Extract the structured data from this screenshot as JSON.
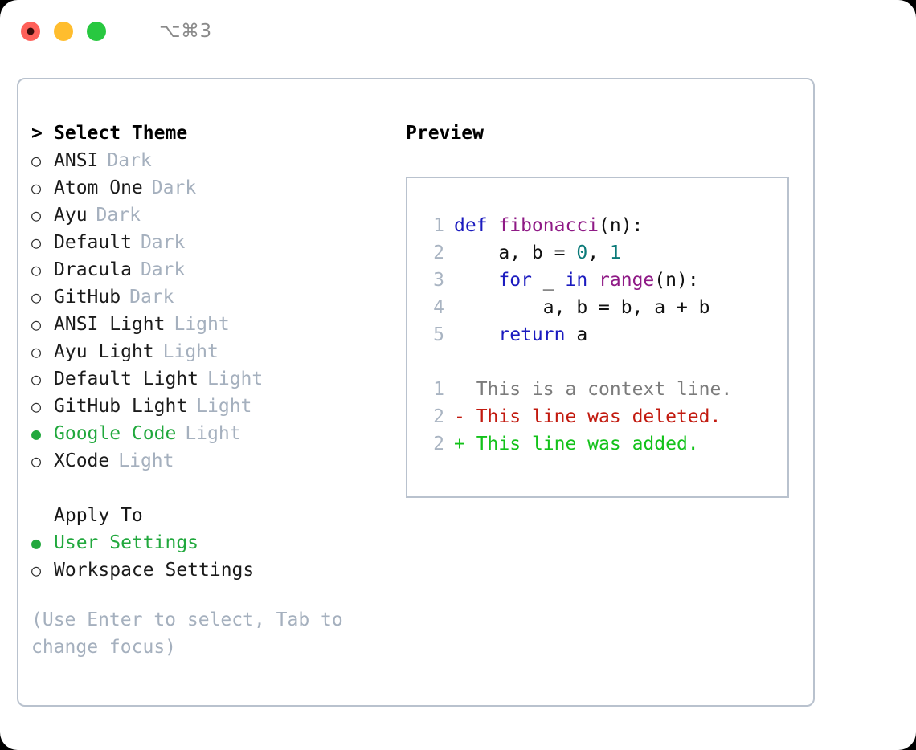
{
  "window": {
    "title": "⌥⌘3",
    "traffic_lights": [
      "close-red",
      "minimize-yellow",
      "maximize-green"
    ]
  },
  "theme_picker": {
    "header": "Select Theme",
    "prompt": ">",
    "bullet_selected": "●",
    "bullet_unselected": "○",
    "accent_color": "#21a83d",
    "variant_color": "#a5b0be",
    "items": [
      {
        "name": "ANSI",
        "variant": "Dark",
        "selected": false
      },
      {
        "name": "Atom One",
        "variant": "Dark",
        "selected": false
      },
      {
        "name": "Ayu",
        "variant": "Dark",
        "selected": false
      },
      {
        "name": "Default",
        "variant": "Dark",
        "selected": false
      },
      {
        "name": "Dracula",
        "variant": "Dark",
        "selected": false
      },
      {
        "name": "GitHub",
        "variant": "Dark",
        "selected": false
      },
      {
        "name": "ANSI Light",
        "variant": "Light",
        "selected": false
      },
      {
        "name": "Ayu Light",
        "variant": "Light",
        "selected": false
      },
      {
        "name": "Default Light",
        "variant": "Light",
        "selected": false
      },
      {
        "name": "GitHub Light",
        "variant": "Light",
        "selected": false
      },
      {
        "name": "Google Code",
        "variant": "Light",
        "selected": true
      },
      {
        "name": "XCode",
        "variant": "Light",
        "selected": false
      }
    ]
  },
  "apply_to": {
    "header": "Apply To",
    "items": [
      {
        "name": "User Settings",
        "selected": true
      },
      {
        "name": "Workspace Settings",
        "selected": false
      }
    ]
  },
  "hint": "(Use Enter to select, Tab to change focus)",
  "preview": {
    "title": "Preview",
    "code_lines": [
      {
        "num": "1",
        "tokens": [
          {
            "t": "def ",
            "c": "kw"
          },
          {
            "t": "fibonacci",
            "c": "fn"
          },
          {
            "t": "(n):",
            "c": "pln"
          }
        ]
      },
      {
        "num": "2",
        "tokens": [
          {
            "t": "    a, b = ",
            "c": "pln"
          },
          {
            "t": "0",
            "c": "num"
          },
          {
            "t": ", ",
            "c": "pln"
          },
          {
            "t": "1",
            "c": "num"
          }
        ]
      },
      {
        "num": "3",
        "tokens": [
          {
            "t": "    ",
            "c": "pln"
          },
          {
            "t": "for",
            "c": "kw"
          },
          {
            "t": " _ ",
            "c": "pln"
          },
          {
            "t": "in",
            "c": "kw"
          },
          {
            "t": " ",
            "c": "pln"
          },
          {
            "t": "range",
            "c": "fn"
          },
          {
            "t": "(n):",
            "c": "pln"
          }
        ]
      },
      {
        "num": "4",
        "tokens": [
          {
            "t": "        a, b = b, a + b",
            "c": "pln"
          }
        ]
      },
      {
        "num": "5",
        "tokens": [
          {
            "t": "    ",
            "c": "pln"
          },
          {
            "t": "return",
            "c": "kw"
          },
          {
            "t": " a",
            "c": "pln"
          }
        ]
      }
    ],
    "diff_lines": [
      {
        "num": "1",
        "marker": " ",
        "text": " This is a context line.",
        "kind": "diff-ctx"
      },
      {
        "num": "2",
        "marker": "-",
        "text": " This line was deleted.",
        "kind": "diff-del"
      },
      {
        "num": "2",
        "marker": "+",
        "text": " This line was added.",
        "kind": "diff-add"
      }
    ]
  },
  "syntax_colors": {
    "keyword": "#1b1bbf",
    "function": "#8f1a86",
    "number": "#0b7a79",
    "plain": "#111111",
    "line_number": "#a9b4c2",
    "diff_context": "#7b7b7b",
    "diff_deleted": "#c21a0f",
    "diff_added": "#13c21a"
  }
}
